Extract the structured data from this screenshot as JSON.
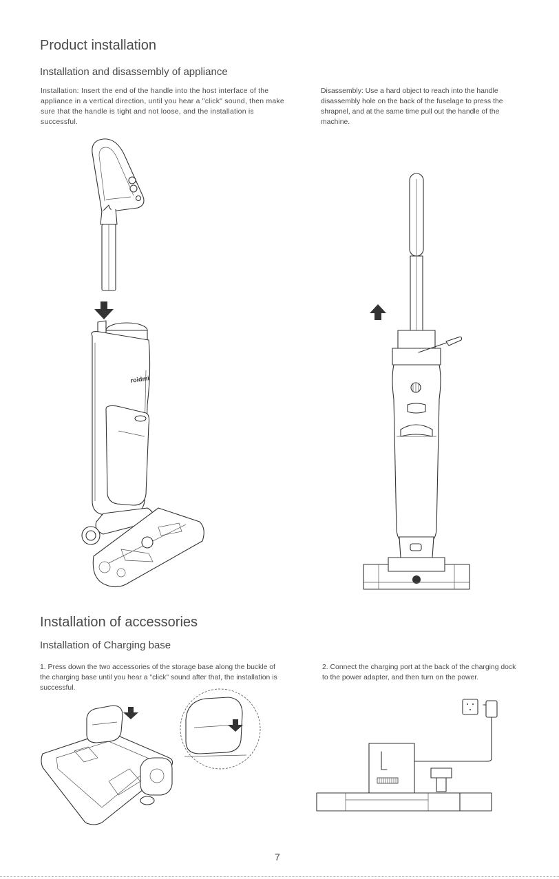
{
  "section1": {
    "title": "Product installation",
    "subtitle": "Installation and disassembly of appliance",
    "installation_text": "Installation: Insert the end of the handle into the host interface of the appliance in a vertical direction, until you hear a \"click\" sound, then make sure that the handle is tight and not loose, and the installation is successful.",
    "disassembly_text": "Disassembly: Use a hard object to reach into the handle disassembly hole on the back of the fuselage to press the shrapnel, and at the same time pull out the handle of the machine.",
    "brand_mark": "roidmi"
  },
  "section2": {
    "title": "Installation of accessories",
    "subtitle": "Installation of Charging base",
    "step1_text": "1. Press down the two accessories of the storage base along the buckle of the charging  base until you hear a \"click\" sound after that, the installation is successful.",
    "step2_text": "2. Connect the charging port at the back of the charging dock to the power adapter, and then turn on the power."
  },
  "page_number": "7",
  "icons": [
    "arrow-down-icon",
    "arrow-up-icon",
    "power-outlet-icon",
    "power-adapter-icon"
  ],
  "colors": {
    "text": "#4a4a4a",
    "line": "#333333",
    "arrow": "#333333"
  }
}
